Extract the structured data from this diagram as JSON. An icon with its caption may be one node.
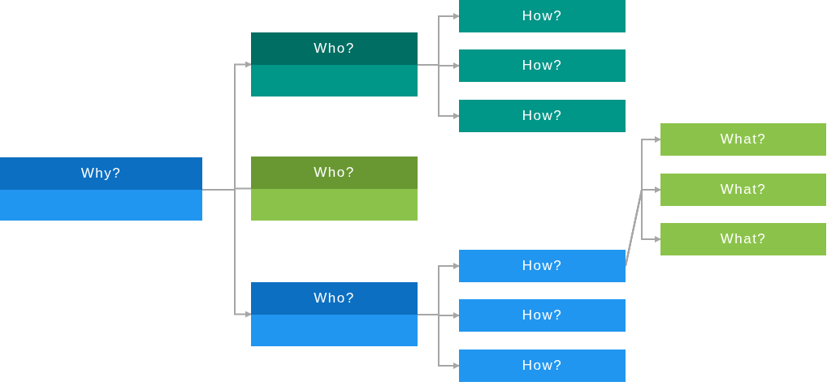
{
  "diagram": {
    "nodes": [
      {
        "text": [
          "Why?"
        ]
      },
      {
        "text": [
          "Who?"
        ]
      },
      {
        "text": [
          "Who?"
        ]
      },
      {
        "text": [
          "Who?"
        ]
      },
      {
        "text": [
          "How?"
        ]
      },
      {
        "text": [
          "How?"
        ]
      },
      {
        "text": [
          "How?"
        ]
      },
      {
        "text": [
          "How?"
        ]
      },
      {
        "text": [
          "How?"
        ]
      },
      {
        "text": [
          "How?"
        ]
      },
      {
        "text": [
          "What?"
        ]
      },
      {
        "text": [
          "What?"
        ]
      },
      {
        "text": [
          "What?"
        ]
      }
    ],
    "edges": [
      {
        "from": 0,
        "to": 1,
        "arrow": "to"
      },
      {
        "from": 0,
        "to": 2,
        "arrow": "none"
      },
      {
        "from": 0,
        "to": 3,
        "arrow": "to"
      },
      {
        "from": 1,
        "to": 4,
        "arrow": "to"
      },
      {
        "from": 1,
        "to": 5,
        "arrow": "to"
      },
      {
        "from": 1,
        "to": 6,
        "arrow": "to"
      },
      {
        "from": 3,
        "to": 7,
        "arrow": "to"
      },
      {
        "from": 3,
        "to": 8,
        "arrow": "to"
      },
      {
        "from": 3,
        "to": 9,
        "arrow": "to"
      },
      {
        "from": 7,
        "to": 10,
        "arrow": "to"
      },
      {
        "from": 7,
        "to": 11,
        "arrow": "to"
      },
      {
        "from": 7,
        "to": 12,
        "arrow": "to"
      }
    ]
  }
}
